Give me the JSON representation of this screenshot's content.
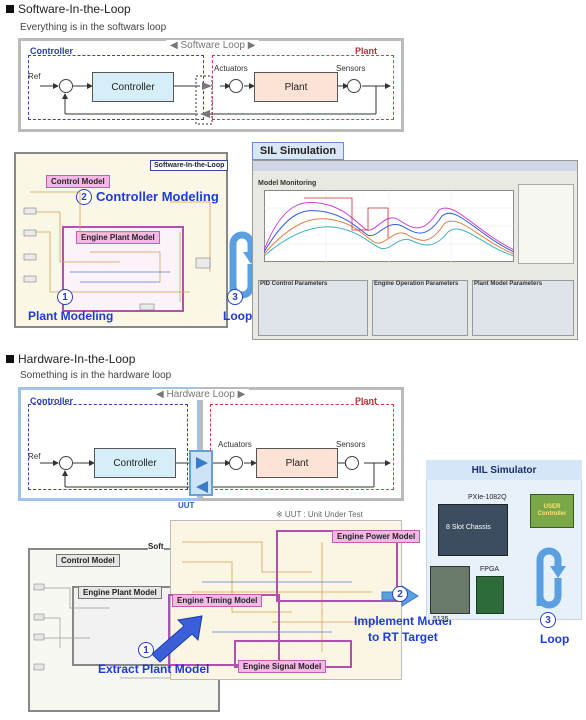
{
  "sil": {
    "heading": "Software-In-the-Loop",
    "subtitle": "Everything is in the softwars loop",
    "loop_title": "◀ Software Loop ▶",
    "controller_label": "Controller",
    "plant_label": "Plant",
    "ref": "Ref",
    "controller_block": "Controller",
    "actuators": "Actuators",
    "plant_block": "Plant",
    "sensors": "Sensors",
    "control_model": "Control Model",
    "sil_tag": "Software-In-the-Loop",
    "step2": "2",
    "controller_modeling": "Controller Modeling",
    "engine_plant_model": "Engine Plant Model",
    "step1": "1",
    "plant_modeling": "Plant Modeling",
    "step3": "3",
    "loop": "Loop",
    "sil_simulation": "SIL Simulation",
    "model_monitoring": "Model Monitoring",
    "pid_params": "PID Control Parameters",
    "engine_params": "Engine Operation Parameters",
    "plant_params": "Plant Model Parameters"
  },
  "hil": {
    "heading": "Hardware-In-the-Loop",
    "subtitle": "Something is in the hardware loop",
    "loop_title": "◀ Hardware Loop ▶",
    "controller_label": "Controller",
    "plant_label": "Plant",
    "ref": "Ref",
    "controller_block": "Controller",
    "actuators": "Actuators",
    "plant_block": "Plant",
    "sensors": "Sensors",
    "uut": "UUT",
    "uut_note": "※ UUT : Unit Under Test",
    "control_model": "Control Model",
    "engine_plant_model": "Engine Plant Model",
    "engine_power_model": "Engine Power Model",
    "engine_timing_model": "Engine Timing Model",
    "engine_signal_model": "Engine Signal Model",
    "step1": "1",
    "extract_plant_model": "Extract Plant Model",
    "step2": "2",
    "implement": "Implement Model",
    "to_rt": "to RT Target",
    "hil_simulator": "HIL Simulator",
    "pxie": "PXIe-1082Q",
    "chassis": "8 Slot Chassis",
    "fpga": "FPGA",
    "num5135": "5135",
    "user_controller": "USER Controller",
    "step3": "3",
    "loop": "Loop",
    "soft_partial": "Soft"
  },
  "colors": {
    "blue_label": "#2a3fa6",
    "red_label": "#c03030",
    "accent_blue": "#1d3bd8",
    "pink_tag": "#f4b7e6"
  }
}
